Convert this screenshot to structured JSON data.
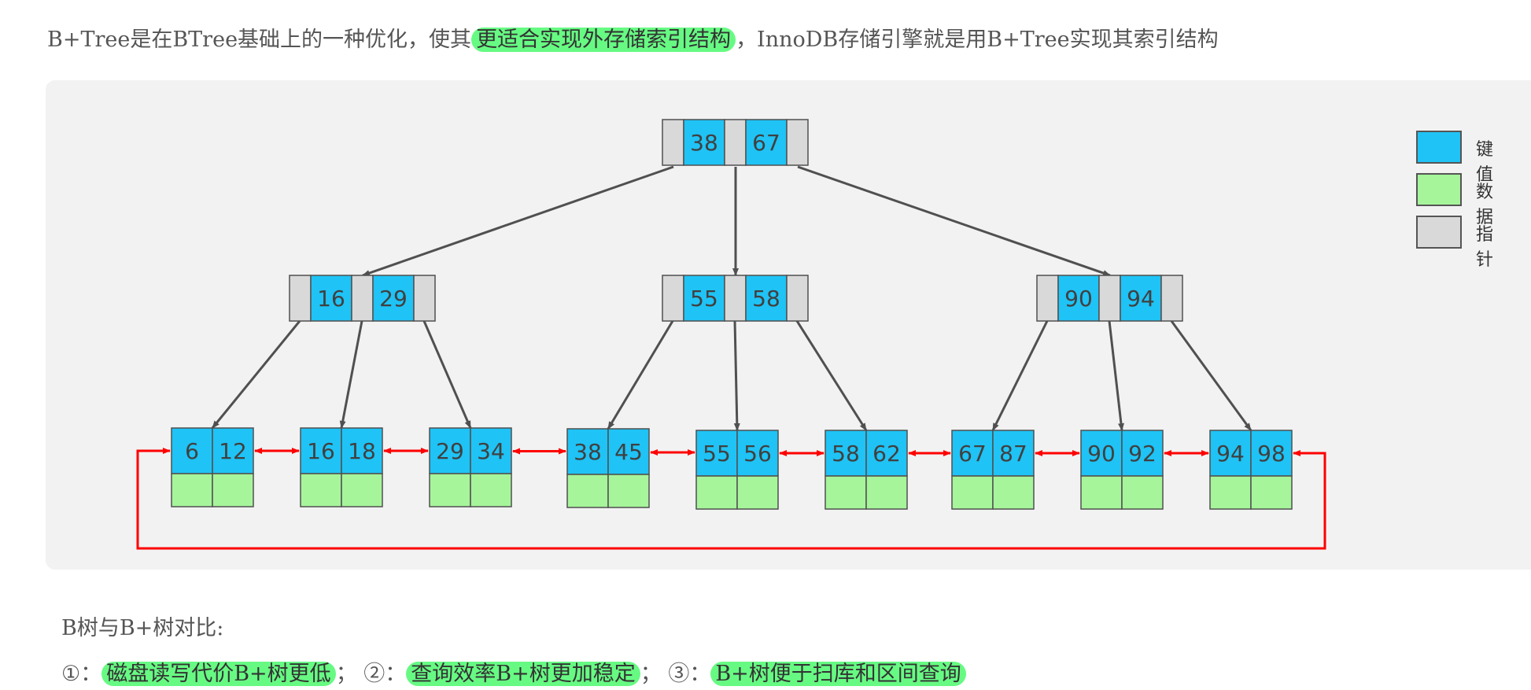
{
  "intro": {
    "before": "B+Tree是在BTree基础上的一种优化，使其",
    "highlight": "更适合实现外存储索引结构",
    "after": "，InnoDB存储引擎就是用B+Tree实现其索引结构"
  },
  "colors": {
    "key": "#1fc3f5",
    "data": "#a6f59b",
    "pointer": "#d9d9d9",
    "leaf_link": "#ff0000",
    "highlight": "#67fa83",
    "panel": "#f2f2f2"
  },
  "legend": [
    {
      "label": "键值",
      "type": "key"
    },
    {
      "label": "数据",
      "type": "data"
    },
    {
      "label": "指针",
      "type": "pointer"
    }
  ],
  "tree": {
    "root": {
      "keys": [
        "38",
        "67"
      ]
    },
    "internal": [
      {
        "keys": [
          "16",
          "29"
        ]
      },
      {
        "keys": [
          "55",
          "58"
        ]
      },
      {
        "keys": [
          "90",
          "94"
        ]
      }
    ],
    "leaves": [
      {
        "keys": [
          "6",
          "12"
        ]
      },
      {
        "keys": [
          "16",
          "18"
        ]
      },
      {
        "keys": [
          "29",
          "34"
        ]
      },
      {
        "keys": [
          "38",
          "45"
        ]
      },
      {
        "keys": [
          "55",
          "56"
        ]
      },
      {
        "keys": [
          "58",
          "62"
        ]
      },
      {
        "keys": [
          "67",
          "87"
        ]
      },
      {
        "keys": [
          "90",
          "92"
        ]
      },
      {
        "keys": [
          "94",
          "98"
        ]
      }
    ]
  },
  "comparison": {
    "title": "B树与B+树对比:",
    "items": [
      {
        "prefix": "①：",
        "text": "磁盘读写代价B+树更低",
        "sep": "；"
      },
      {
        "prefix": "②：",
        "text": "查询效率B+树更加稳定",
        "sep": "；"
      },
      {
        "prefix": "③：",
        "text": "B+树便于扫库和区间查询",
        "sep": ""
      }
    ]
  }
}
